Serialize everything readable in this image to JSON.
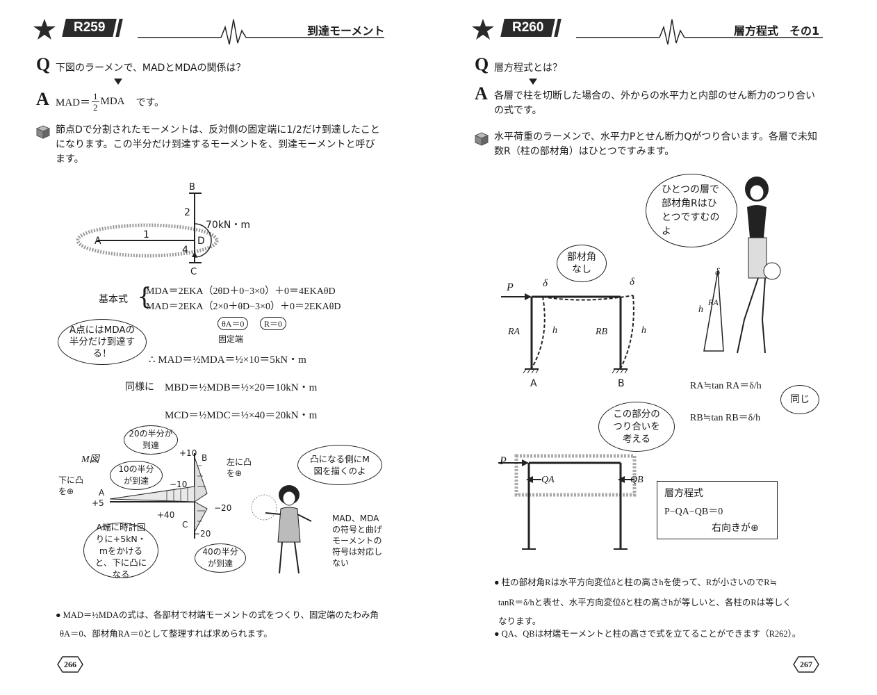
{
  "left": {
    "code": "R259",
    "title": "到達モーメント",
    "q_label": "Q",
    "question": "下図のラーメンで、MADとMDAの関係は？",
    "a_label": "A",
    "answer_lhs": "MAD＝",
    "answer_frac_num": "1",
    "answer_frac_den": "2",
    "answer_rhs": "MDA",
    "answer_tail": "です。",
    "explain": "節点Dで分割されたモーメントは、反対側の固定端に1/2だけ到達したことになります。この半分だけ到達するモーメントを、到達モーメントと呼びます。",
    "fig": {
      "node_B": "B",
      "node_A": "A",
      "node_C": "C",
      "node_D": "D",
      "stiff_1": "1",
      "stiff_2": "2",
      "stiff_4": "4",
      "moment": "70kN・m"
    },
    "basic_label": "基本式",
    "eq1": "MDA＝2EKA（2θD＋0−3×0）＋0＝4EKAθD",
    "eq2": "MAD＝2EKA（2×0＋θD−3×0）＋0＝2EKAθD",
    "theta_note": "θA＝0",
    "r_note": "R＝0",
    "fixed_end": "固定端",
    "bubble_half": "A点にはMDAの半分だけ到達する！",
    "calc1": "∴ MAD＝½MDA＝½×10＝5kN・m",
    "calc2_label": "同様に",
    "calc2": "MBD＝½MDB＝½×20＝10kN・m",
    "calc3": "MCD＝½MDC＝½×40＝20kN・m",
    "mfig": {
      "title": "M図",
      "b20": "20の半分が到達",
      "b10": "10の半分が到達",
      "left_plus": "左に凸を⊕",
      "down_plus": "下に凸を⊕",
      "v_p10": "+10",
      "v_m10": "−10",
      "v_p5": "+5",
      "v_p40": "+40",
      "v_m20a": "−20",
      "v_m20b": "−20",
      "lbl_A": "A",
      "lbl_B": "B",
      "lbl_C": "C",
      "b_a_end": "A端に時計回りに+5kN・mをかけると、下に凸になる",
      "b_40": "40の半分が到達",
      "b_convex": "凸になる側にM図を描くのよ",
      "sign_note": "MAD、MDAの符号と曲げモーメントの符号は対応しない"
    },
    "note1": "● MAD＝½MDAの式は、各部材で材端モーメントの式をつくり、固定端のたわみ角",
    "note2": "θA＝0、部材角RA＝0として整理すれば求められます。",
    "page_no": "266"
  },
  "right": {
    "code": "R260",
    "title": "層方程式　その1",
    "q_label": "Q",
    "question": "層方程式とは？",
    "a_label": "A",
    "answer": "各層で柱を切断した場合の、外からの水平力と内部のせん断力のつり合いの式です。",
    "explain": "水平荷重のラーメンで、水平力Pとせん断力Qがつり合います。各層で未知数R（柱の部材角）はひとつですみます。",
    "bubble_one": "ひとつの層で部材角Rはひとつですむのよ",
    "bubble_nobuzai": "部材角なし",
    "frame": {
      "P": "P",
      "delta1": "δ",
      "delta2": "δ",
      "RA": "RA",
      "RB": "RB",
      "h1": "h",
      "h2": "h",
      "A": "A",
      "B": "B"
    },
    "tri": {
      "delta": "δ",
      "h": "h",
      "RA": "RA"
    },
    "eqA": "RA≒tan RA＝δ/h",
    "eqB": "RB≒tan RB＝δ/h",
    "same": "同じ",
    "bubble_part": "この部分のつり合いを考える",
    "frame2": {
      "P": "P",
      "QA": "QA",
      "QB": "QB"
    },
    "box_title": "層方程式",
    "box_eq": "P−QA−QB＝0",
    "box_note": "右向きが⊕",
    "note1": "● 柱の部材角Rは水平方向変位δと柱の高さhを使って、Rが小さいのでR≒",
    "note2": "tanR＝δ/hと表せ、水平方向変位δと柱の高さhが等しいと、各柱のRは等しく",
    "note3": "なります。",
    "note4": "● QA、QBは材端モーメントと柱の高さで式を立てることができます（R262）。",
    "page_no": "267"
  }
}
